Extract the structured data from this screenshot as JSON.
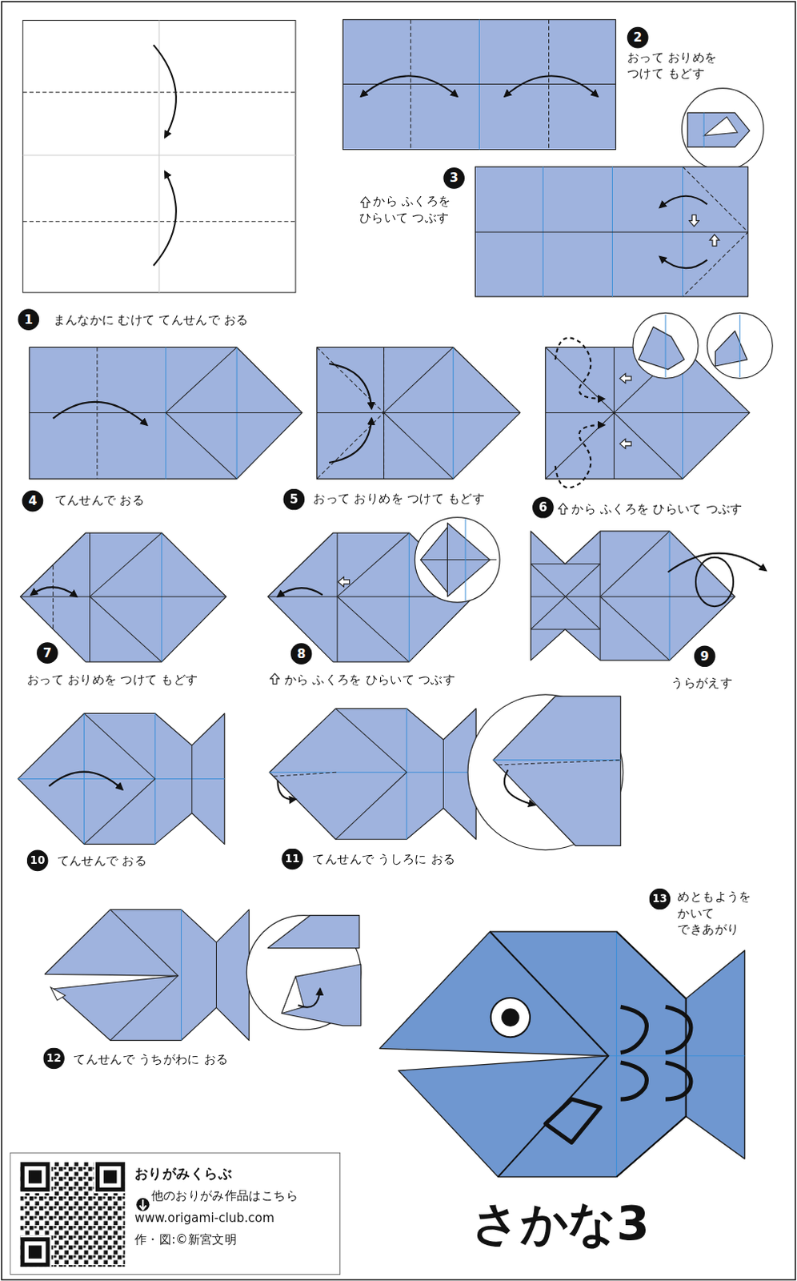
{
  "diagram": {
    "title": "さかな3",
    "nodes": [
      {
        "text": [
          "おりがみくらぶ",
          "他のおりがみ作品はこちら",
          "www.origami-club.com",
          "作・図:©新宮文明"
        ]
      }
    ],
    "edges": [],
    "labels": [
      "1",
      "まんなかに むけて てんせんで おる",
      "2",
      "おって おりめを つけて もどす",
      "3",
      "から ふくろを ひらいて つぶす",
      "4",
      "てんせんで おる",
      "5",
      "おって おりめを つけて もどす",
      "6",
      "から ふくろを ひらいて つぶす",
      "7",
      "おって おりめを つけて もどす",
      "8",
      "から ふくろを ひらいて つぶす",
      "9",
      "うらがえす",
      "10",
      "てんせんで おる",
      "11",
      "てんせんで うしろに おる",
      "12",
      "てんせんで うちがわに おる",
      "13",
      "めともようを かいて できあがり"
    ]
  }
}
